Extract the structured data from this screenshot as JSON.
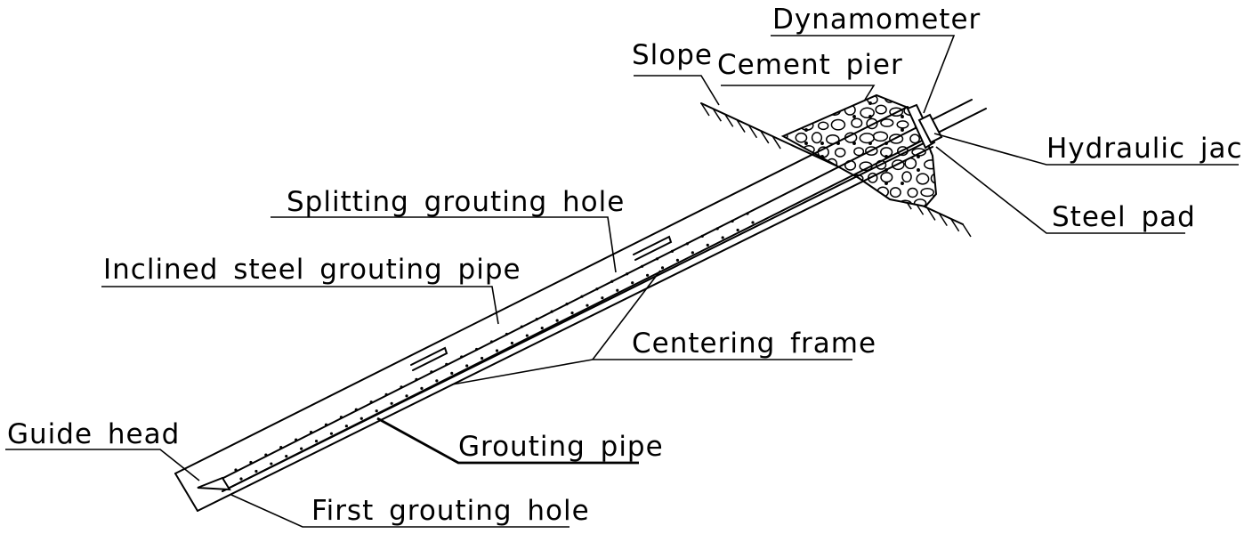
{
  "labels": {
    "dynamometer": "Dynamometer",
    "slope": "Slope",
    "cement_pier": "Cement pier",
    "hydraulic_jack": "Hydraulic jack",
    "steel_pad": "Steel pad",
    "splitting_grouting_hole": "Splitting grouting hole",
    "inclined_steel_grouting_pipe": "Inclined steel grouting pipe",
    "centering_frame": "Centering frame",
    "guide_head": "Guide head",
    "grouting_pipe": "Grouting pipe",
    "first_grouting_hole": "First grouting hole"
  }
}
